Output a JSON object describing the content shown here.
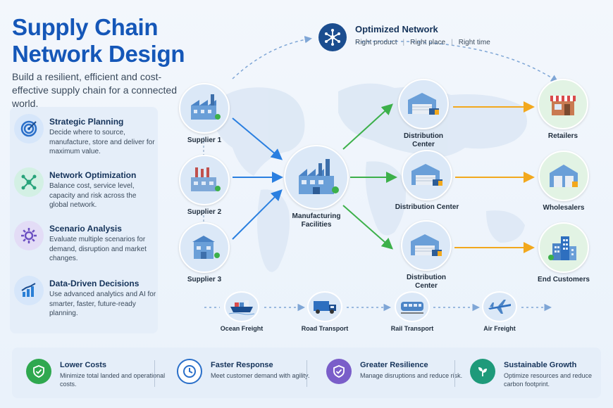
{
  "header": {
    "title_line1": "Supply Chain",
    "title_line2": "Network Design",
    "subtitle": "Build a resilient, efficient and cost-effective supply chain for a connected world."
  },
  "strategies": [
    {
      "title": "Strategic Planning",
      "desc": "Decide where to source, manufacture, store and deliver for maximum value.",
      "icon": "target-icon",
      "color": "#2a6fc9"
    },
    {
      "title": "Network Optimization",
      "desc": "Balance cost, service level, capacity and risk across the global network.",
      "icon": "network-icon",
      "color": "#27a37a"
    },
    {
      "title": "Scenario Analysis",
      "desc": "Evaluate multiple scenarios for demand, disruption and market changes.",
      "icon": "gear-icon",
      "color": "#6b4fc2"
    },
    {
      "title": "Data-Driven Decisions",
      "desc": "Use advanced analytics and AI for smarter, faster, future-ready planning.",
      "icon": "bar-chart-icon",
      "color": "#2a7fd6"
    }
  ],
  "optimized": {
    "title": "Optimized Network",
    "items": [
      "Right product",
      "Right place",
      "Right time"
    ],
    "icon": "network-hub-icon"
  },
  "suppliers": [
    "Supplier 1",
    "Supplier 2",
    "Supplier 3"
  ],
  "manufacturing": "Manufacturing Facilities",
  "distribution": [
    "Distribution Center",
    "Distribution Center",
    "Distribution Center"
  ],
  "endpoints": [
    "Retailers",
    "Wholesalers",
    "End Customers"
  ],
  "transport": [
    "Ocean Freight",
    "Road Transport",
    "Rail Transport",
    "Air Freight"
  ],
  "benefits": [
    {
      "title": "Lower Costs",
      "desc": "Minimize total landed and operational costs.",
      "icon": "shield-check-icon",
      "color": "#2fa84f"
    },
    {
      "title": "Faster Response",
      "desc": "Meet customer demand with agility.",
      "icon": "clock-icon",
      "color": "#2a6fc9"
    },
    {
      "title": "Greater Resilience",
      "desc": "Manage disruptions and reduce risk.",
      "icon": "shield-check-icon",
      "color": "#7a5ec9"
    },
    {
      "title": "Sustainable Growth",
      "desc": "Optimize resources and reduce carbon footprint.",
      "icon": "leaf-icon",
      "color": "#1e9a7a"
    }
  ],
  "colors": {
    "blue_arrow": "#2a7fe0",
    "green_arrow": "#3cb04a",
    "orange_arrow": "#f2a81d"
  }
}
